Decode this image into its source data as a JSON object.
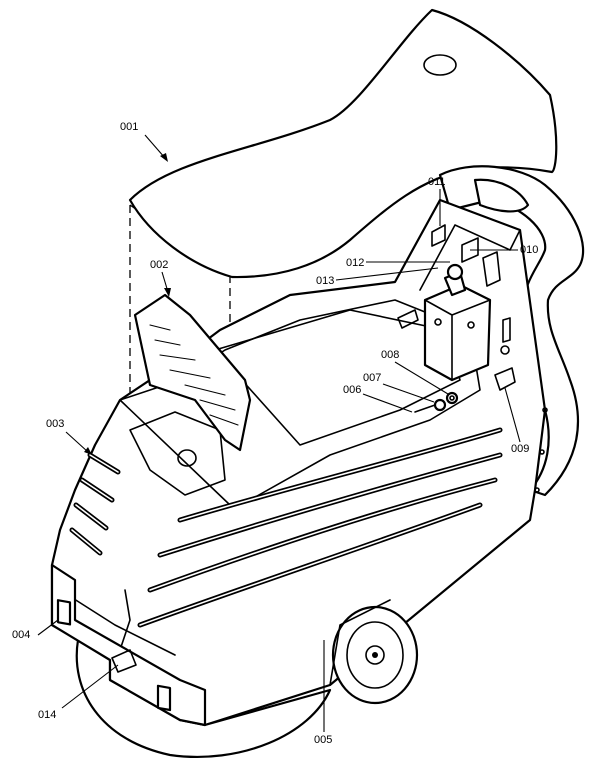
{
  "callouts": [
    {
      "id": "c001",
      "label": "001"
    },
    {
      "id": "c002",
      "label": "002"
    },
    {
      "id": "c003",
      "label": "003"
    },
    {
      "id": "c004",
      "label": "004"
    },
    {
      "id": "c005",
      "label": "005"
    },
    {
      "id": "c006",
      "label": "006"
    },
    {
      "id": "c007",
      "label": "007"
    },
    {
      "id": "c008",
      "label": "008"
    },
    {
      "id": "c009",
      "label": "009"
    },
    {
      "id": "c010",
      "label": "010"
    },
    {
      "id": "c011",
      "label": "011"
    },
    {
      "id": "c012",
      "label": "012"
    },
    {
      "id": "c013",
      "label": "013"
    },
    {
      "id": "c014",
      "label": "014"
    }
  ]
}
